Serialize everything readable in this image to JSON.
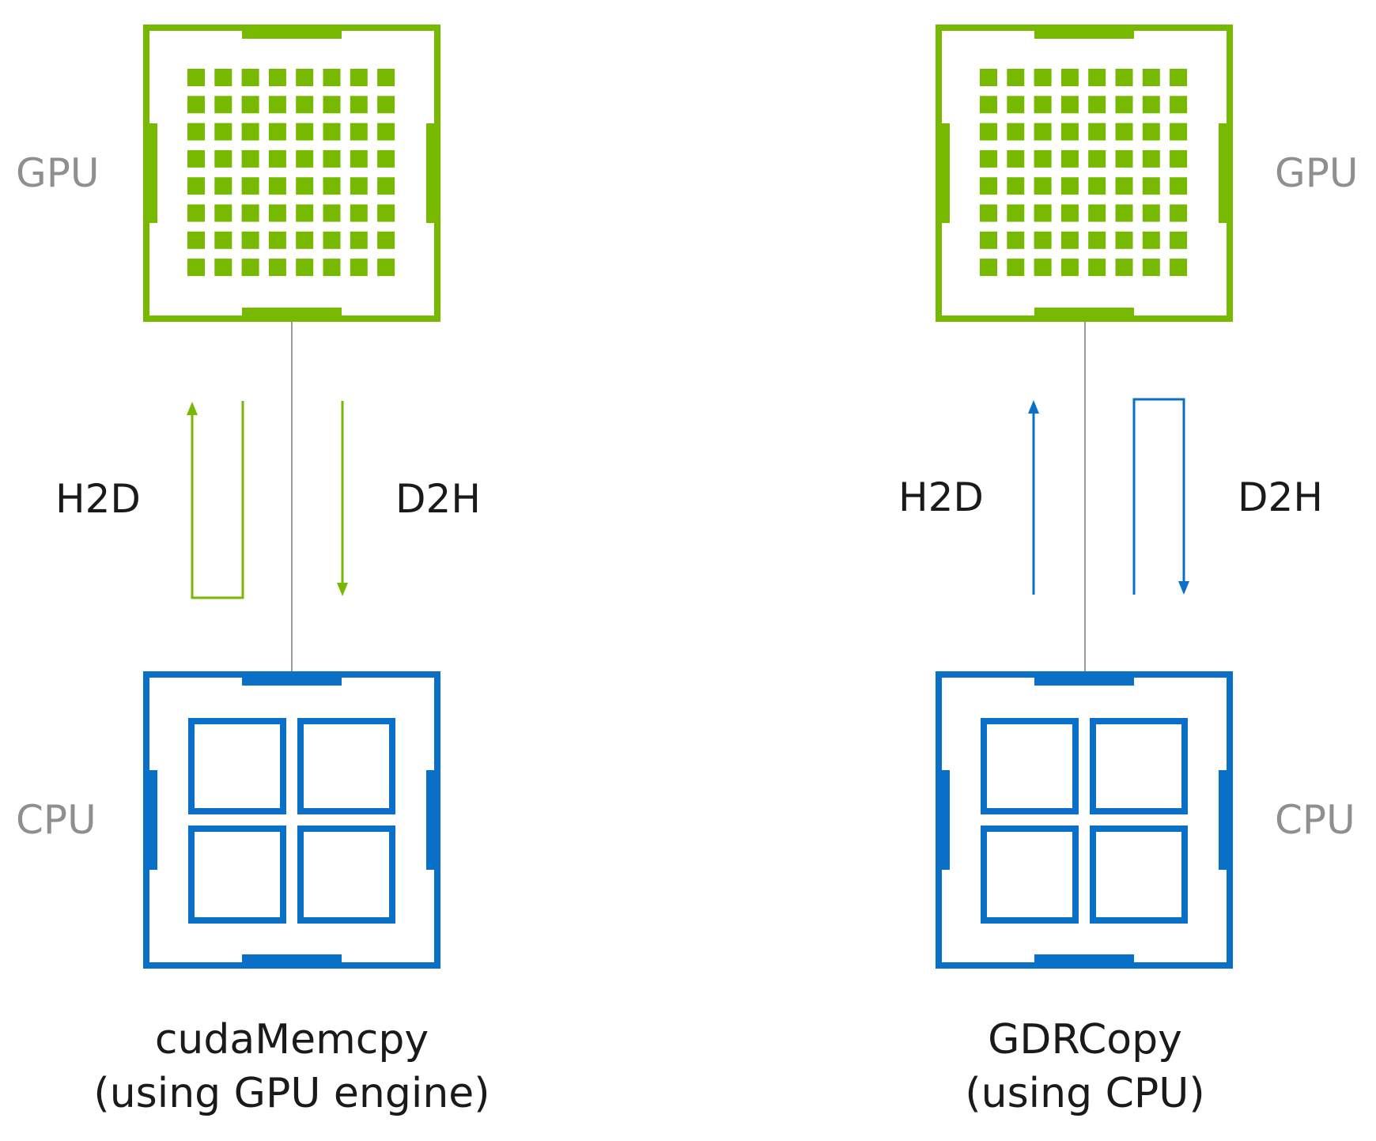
{
  "colors": {
    "gpu_green": "#76b900",
    "cpu_blue": "#0a6fc6",
    "link_gray": "#9a9a9a",
    "label_gray": "#8f8f8f",
    "label_dark": "#1a1a1a"
  },
  "icons": {
    "gpu": "gpu-chip-icon",
    "cpu": "cpu-chip-icon"
  },
  "left": {
    "gpu_label": "GPU",
    "cpu_label": "CPU",
    "h2d_label": "H2D",
    "d2h_label": "D2H",
    "caption_line1": "cudaMemcpy",
    "caption_line2": "(using GPU engine)"
  },
  "right": {
    "gpu_label": "GPU",
    "cpu_label": "CPU",
    "h2d_label": "H2D",
    "d2h_label": "D2H",
    "caption_line1": "GDRCopy",
    "caption_line2": "(using CPU)"
  }
}
